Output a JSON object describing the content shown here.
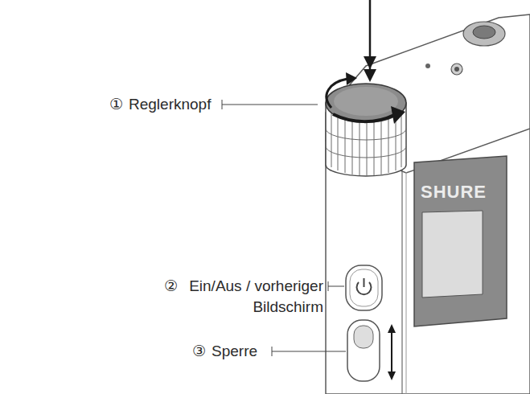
{
  "diagram": {
    "labels": [
      "①",
      "Reglerknopf",
      "②",
      "Ein/Aus / vorheriger Bildschirm",
      "③",
      "Sperre",
      "SHURE"
    ]
  }
}
